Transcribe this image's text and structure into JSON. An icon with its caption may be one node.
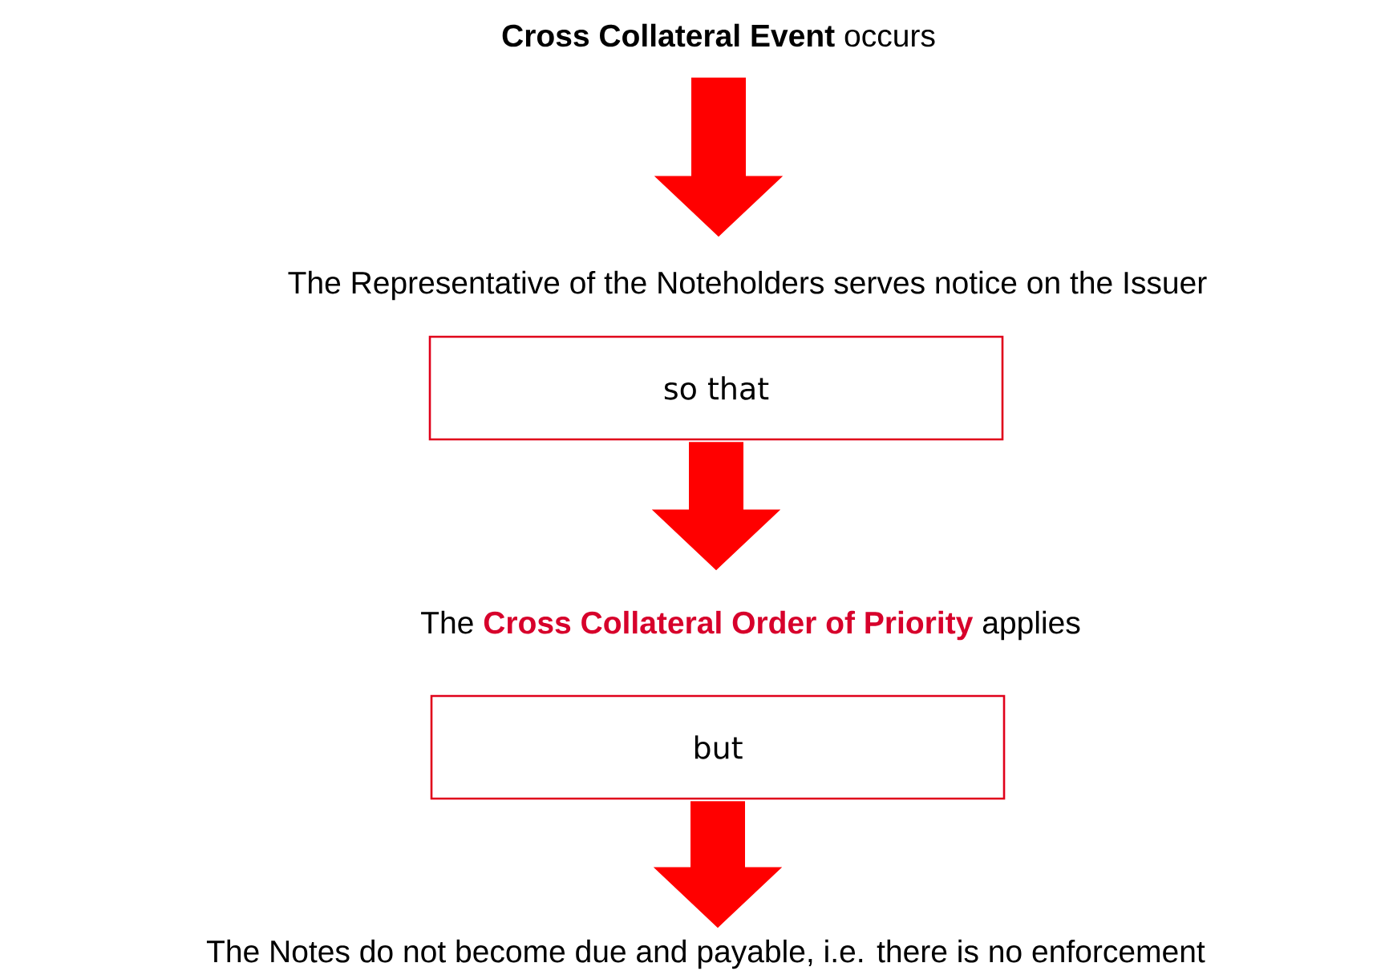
{
  "diagram": {
    "nodes": [
      {
        "text": [
          "**Cross Collateral Event** occurs"
        ]
      },
      {
        "text": [
          "The Representative of the Noteholders serves notice on the Issuer"
        ]
      },
      {
        "text": [
          "so that"
        ]
      },
      {
        "text": [
          "The **Cross Collateral Order of Priority** applies"
        ]
      },
      {
        "text": [
          "but"
        ]
      },
      {
        "text": [
          "The Notes do not become due and payable, i.e. there is no enforcement"
        ]
      }
    ],
    "edges": [
      {
        "from": 0,
        "to": 1,
        "arrow": "to"
      },
      {
        "from": 2,
        "to": 3,
        "arrow": "to"
      },
      {
        "from": 4,
        "to": 5,
        "arrow": "to"
      }
    ]
  }
}
